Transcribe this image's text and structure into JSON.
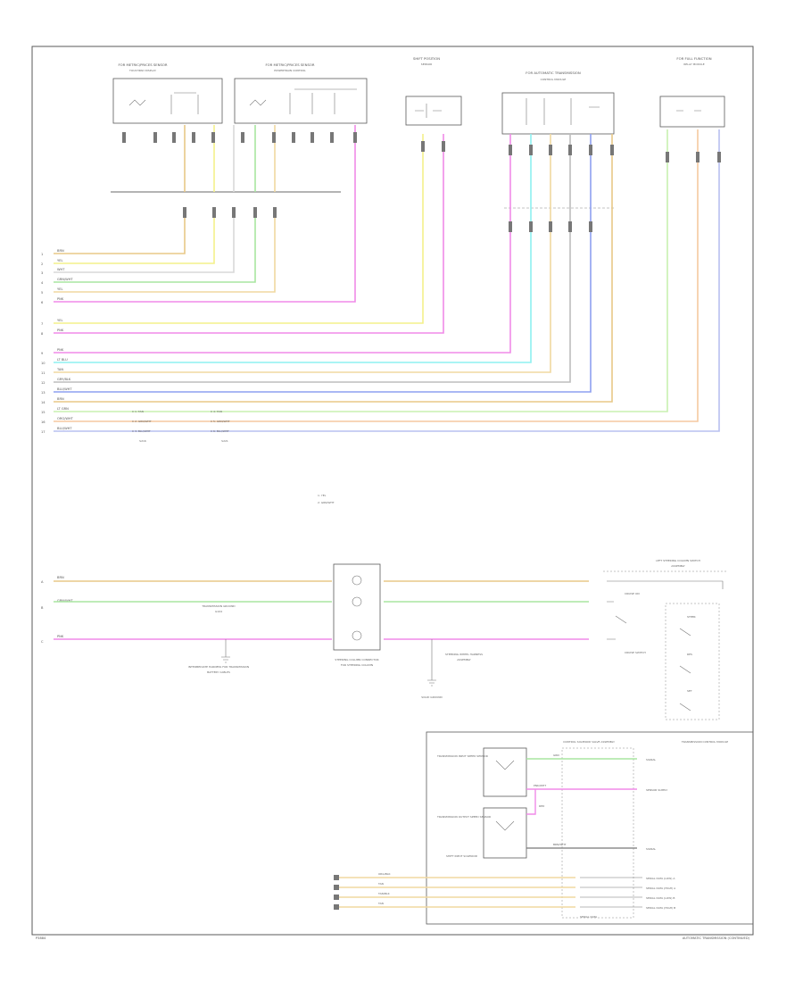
{
  "colors": {
    "frame": "#5a5a5a",
    "org": "#e8c887",
    "yel": "#f4f08a",
    "wht": "#d8d8d8",
    "grn": "#a8e6a0",
    "tan": "#f0d8a0",
    "pnk": "#f08ae8",
    "ltblu": "#8ef0f0",
    "gry": "#bdbdbd",
    "blu": "#8ea0f0",
    "ltgrn": "#c8f0b0",
    "peach": "#f5c9a0",
    "lavblu": "#b8c0f0"
  },
  "footer": {
    "left": "P3884",
    "right": "AUTOMATIC TRANSMISSION (CONTINUED)"
  },
  "top_components": [
    {
      "title": "FOR METRIC/PRICES SENSOR",
      "sub": "TOUCHPAD DISPLAY"
    },
    {
      "title": "FOR METRIC/PRICES SENSOR",
      "sub": "POWERTRAIN CONTROL"
    },
    {
      "title": "SHIFT POSITION",
      "sub": "SENSOR"
    },
    {
      "title": "FOR AUTOMATIC TRANSMISSION",
      "sub": "CONTROL MODULE"
    },
    {
      "title": "FOR FULL FUNCTION",
      "sub": "RELAY MODULE"
    }
  ],
  "harness_rows": [
    {
      "pin": "1",
      "label": "BRN"
    },
    {
      "pin": "2",
      "label": "YEL"
    },
    {
      "pin": "3",
      "label": "WHT"
    },
    {
      "pin": "4",
      "label": "GRN/WHT"
    },
    {
      "pin": "5",
      "label": "YEL"
    },
    {
      "pin": "6",
      "label": "PNK"
    },
    {
      "pin": "7",
      "label": "YEL"
    },
    {
      "pin": "8",
      "label": "PNK"
    },
    {
      "pin": "9",
      "label": "PNK"
    },
    {
      "pin": "10",
      "label": "LT BLU"
    },
    {
      "pin": "11",
      "label": "TAN"
    },
    {
      "pin": "12",
      "label": "GRY/BLK"
    },
    {
      "pin": "13",
      "label": "BLU/WHT"
    },
    {
      "pin": "14",
      "label": "BRN"
    },
    {
      "pin": "15",
      "label": "LT GRN"
    },
    {
      "pin": "16",
      "label": "ORG/WHT"
    },
    {
      "pin": "17",
      "label": "BLU/WHT"
    }
  ],
  "splice_notes": [
    "C 1: TAN",
    "C 2: GRN/WHT",
    "C 3: BLU/WHT",
    "C 4: TAN",
    "C 5: GRN/WHT",
    "C 6: BLU/WHT"
  ],
  "splice_refs": [
    "S216",
    "S221"
  ],
  "mid_note": [
    "1: YEL",
    "2: GRN/WHT"
  ],
  "middle_section": {
    "left_labels": {
      "a": "BRN",
      "b": "GRN/WHT",
      "c": "PNK"
    },
    "ground_left": "TRANSMISSION GROUND",
    "ground_left_ref": "G104",
    "harness_left": "INTERMEDIATE HARNESS FOR TRANSMISSION",
    "harness_left_2": "BATTERY CABLES",
    "shift_lock_title": "STEERING COLUMN CONNECTOR",
    "shift_lock_sub": "FOR STEERING COLUMN",
    "steering_top": "LEFT STEERING COLUMN SWITCH",
    "steering_top_2": "ASSEMBLY",
    "cruise_on": "CRUISE ON",
    "cruise_switch": "CRUISE SWITCH",
    "harness_right": "STEERING WHEEL HARNESS",
    "harness_right_2": "ASSEMBLY",
    "ground_right": "SOLID GROUND",
    "switch_items": [
      "STEER",
      "RES",
      "SET"
    ]
  },
  "bottom_section": {
    "title": "TRANSMISSION CONTROL MODULE",
    "sub": "CONTROL SOLENOID VALVE ASSEMBLY",
    "sensor_a": "TRANSMISSION INPUT SPEED SENSOR",
    "sensor_b": "TRANSMISSION OUTPUT SPEED SENSOR",
    "wire_a": "GRN",
    "wire_b": "PNK/WHT",
    "wire_c": "RED",
    "wire_d": "BRN/WHT",
    "side_left": "SHIFT INPUT SOLENOID",
    "right_labels": [
      "SIGNAL",
      "SENSOR SUPPLY",
      "SIGNAL"
    ],
    "bus_rows": [
      {
        "label": "ORG/BLK",
        "right": "SERIAL DATA (LOW) A"
      },
      {
        "label": "TAN",
        "right": "SERIAL DATA (HIGH) A"
      },
      {
        "label": "TAN/BLK",
        "right": "SERIAL DATA (LOW) B"
      },
      {
        "label": "TAN",
        "right": "SERIAL DATA (HIGH) B"
      }
    ],
    "bus_end": "SERIAL DATA"
  }
}
